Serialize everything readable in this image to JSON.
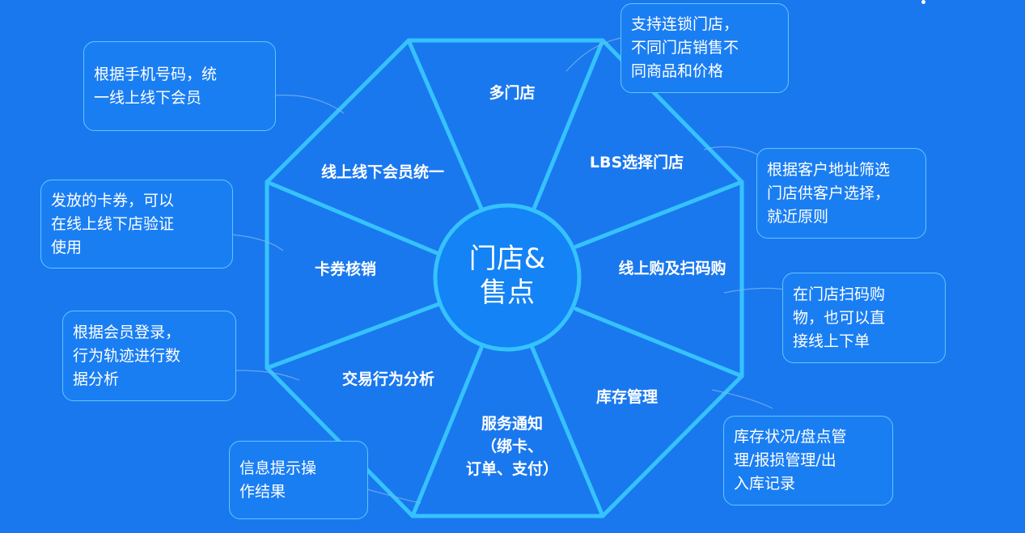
{
  "center": {
    "line1": "门店&",
    "line2": "售点"
  },
  "segments": [
    {
      "id": "multi-store",
      "label": [
        "多门店"
      ]
    },
    {
      "id": "lbs",
      "label": [
        "LBS选择门店"
      ]
    },
    {
      "id": "online-scan",
      "label": [
        "线上购及扫码购"
      ]
    },
    {
      "id": "inventory",
      "label": [
        "库存管理"
      ]
    },
    {
      "id": "notify",
      "label": [
        "服务通知",
        "（绑卡、",
        "订单、支付）"
      ]
    },
    {
      "id": "analytics",
      "label": [
        "交易行为分析"
      ]
    },
    {
      "id": "coupon",
      "label": [
        "卡券核销"
      ]
    },
    {
      "id": "member",
      "label": [
        "线上线下会员统一"
      ]
    }
  ],
  "callouts": [
    {
      "id": "member",
      "text": "根据手机号码，统\n一线上线下会员"
    },
    {
      "id": "multi-store",
      "text": "支持连锁门店，\n不同门店销售不\n同商品和价格"
    },
    {
      "id": "lbs",
      "text": "根据客户地址筛选\n门店供客户选择，\n就近原则"
    },
    {
      "id": "coupon",
      "text": "发放的卡券，可以\n在线上线下店验证\n使用"
    },
    {
      "id": "online-scan",
      "text": "在门店扫码购\n物，也可以直\n接线上下单"
    },
    {
      "id": "analytics",
      "text": "根据会员登录，\n行为轨迹进行数\n据分析"
    },
    {
      "id": "inventory",
      "text": "库存状况/盘点管\n理/报损管理/出\n入库记录"
    },
    {
      "id": "notify",
      "text": "信息提示操\n作结果"
    }
  ],
  "colors": {
    "background": "#1a78ee",
    "outline": "#35c3ff",
    "center_fill": "#1383f5",
    "callout_border": "#5fc6ff",
    "connector": "#7fb6f0"
  }
}
